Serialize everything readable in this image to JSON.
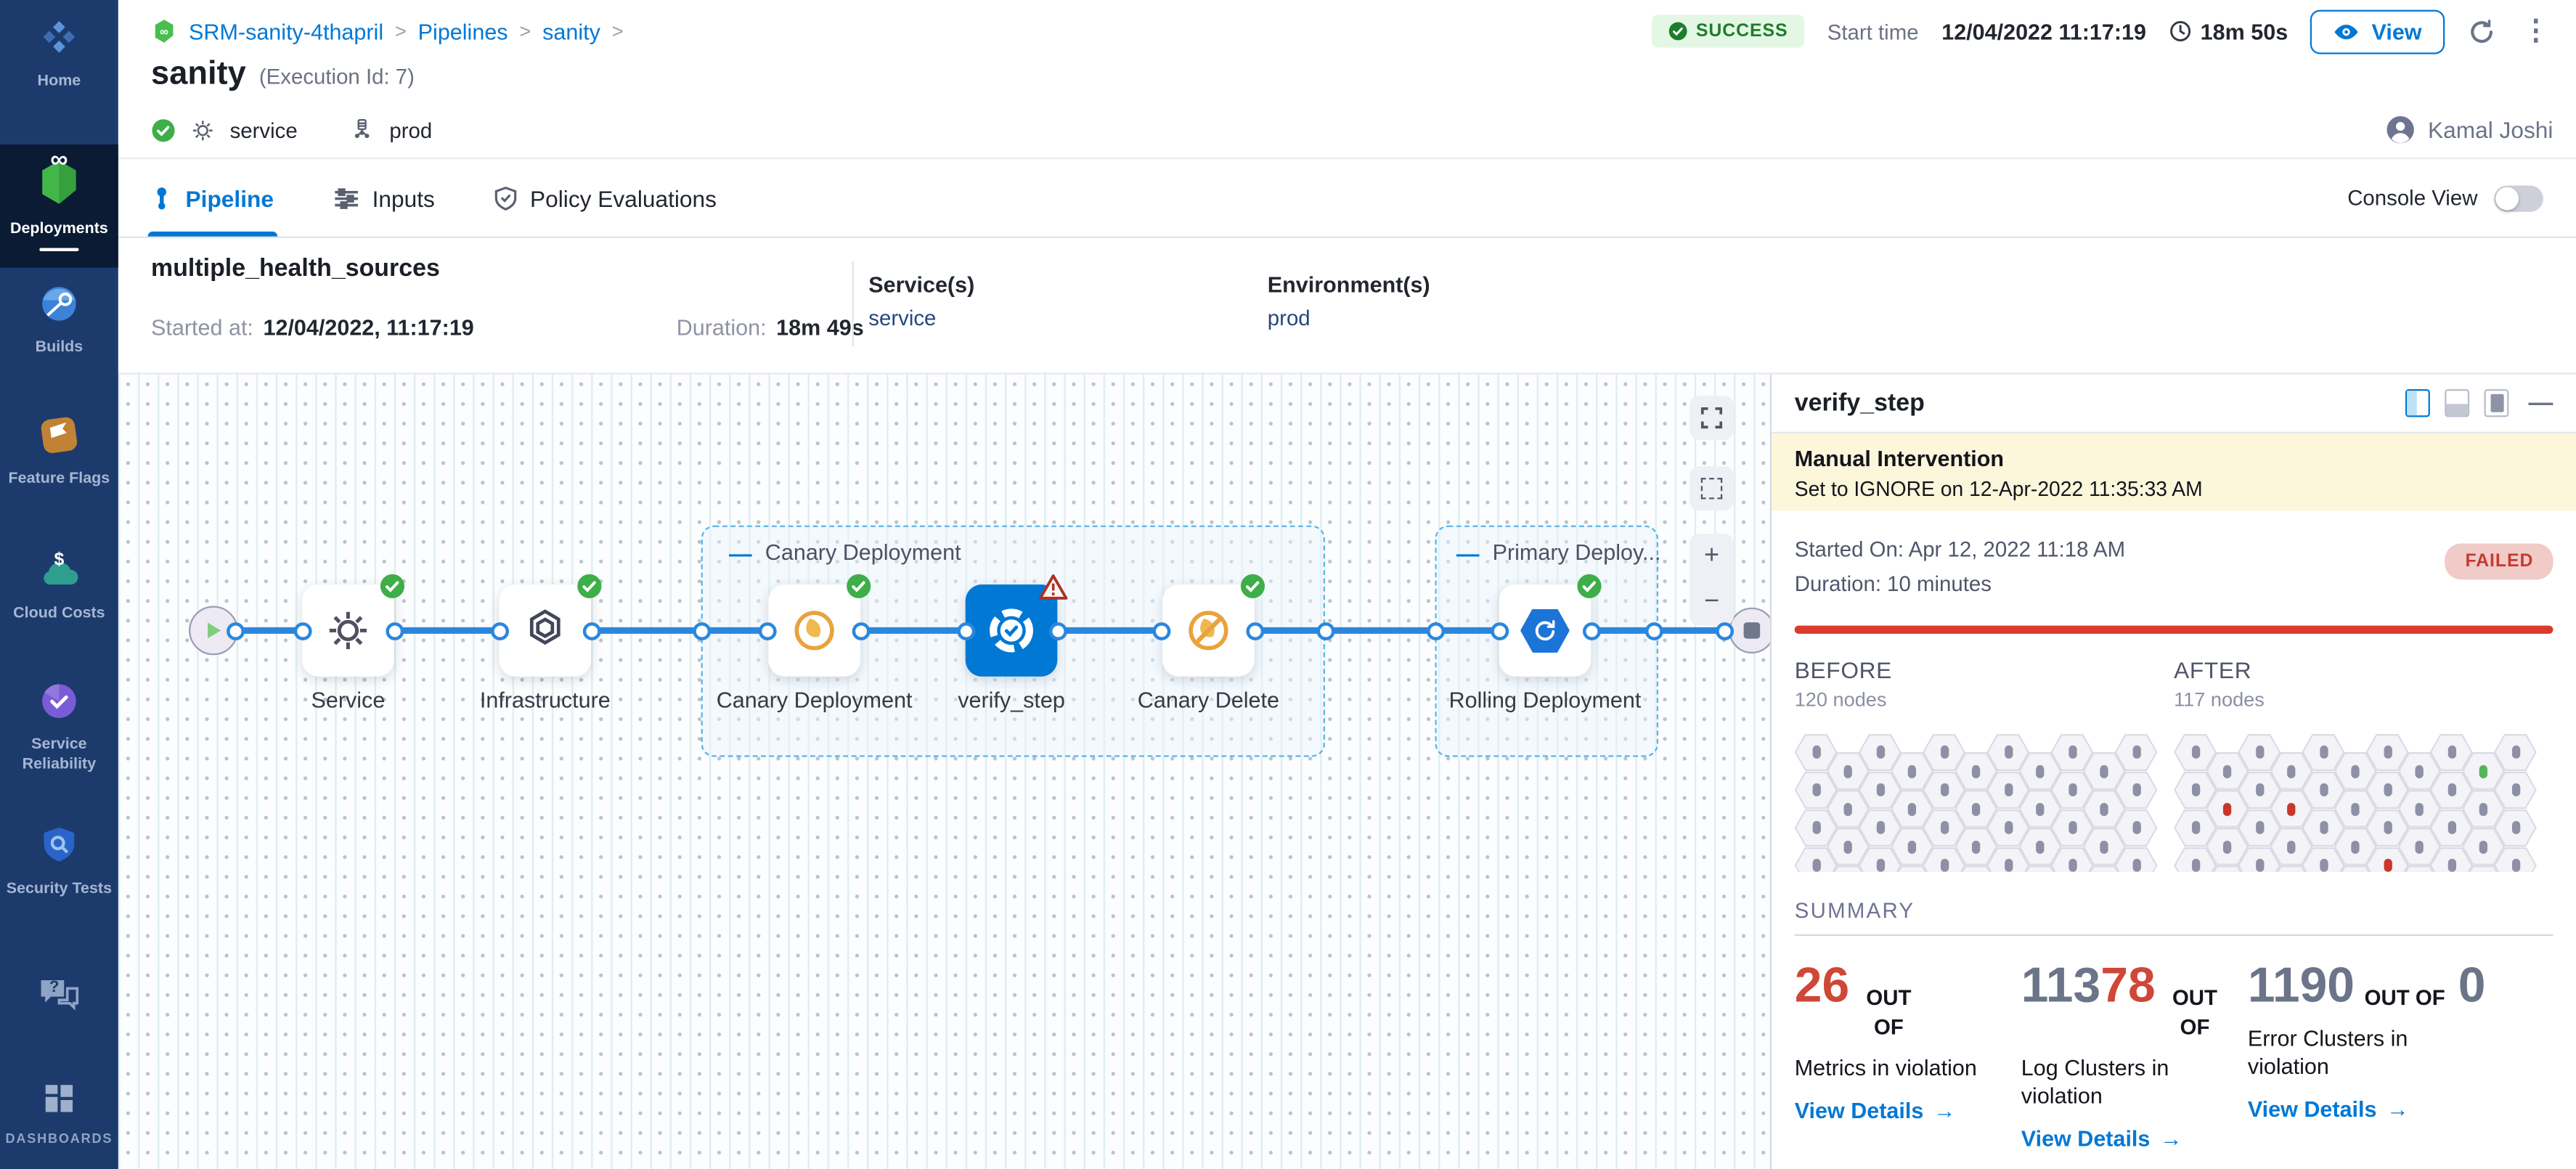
{
  "glyphs": {
    "chevron": ">",
    "kebab": "⋮",
    "infinity": "∞",
    "dollar": "$",
    "question": "?",
    "plus": "+",
    "minus": "−",
    "collapse_minus": "—",
    "panel_minus": "—",
    "arrow_right": "→"
  },
  "colors": {
    "accent_blue": "#0278d5",
    "success_green": "#1e7d2c",
    "failed_red": "#c63a30",
    "hex_dot": "#8e90a6",
    "hex_dot_red": "#c9372b",
    "hex_dot_green": "#55b558"
  },
  "sidebar": {
    "items": [
      {
        "label": "Home",
        "icon": "home-icon"
      },
      {
        "label": "Deployments",
        "icon": "deployments-icon",
        "active": true
      },
      {
        "label": "Builds",
        "icon": "builds-icon"
      },
      {
        "label": "Feature Flags",
        "icon": "feature-flags-icon"
      },
      {
        "label": "Cloud Costs",
        "icon": "cloud-costs-icon"
      },
      {
        "label": "Service",
        "label2": "Reliability",
        "icon": "service-reliability-icon"
      },
      {
        "label": "Security Tests",
        "icon": "security-tests-icon"
      }
    ],
    "dashboards_label": "DASHBOARDS"
  },
  "header": {
    "breadcrumb": {
      "project": "SRM-sanity-4thapril",
      "pipelines": "Pipelines",
      "pipeline": "sanity"
    },
    "status_badge": "SUCCESS",
    "start_time_label": "Start time",
    "start_time": "12/04/2022 11:17:19",
    "total_duration": "18m 50s",
    "view_button": "View",
    "title": "sanity",
    "execution_id": "(Execution Id: 7)",
    "service_tag": "service",
    "environment_tag": "prod",
    "user_name": "Kamal Joshi"
  },
  "tabs": {
    "pipeline": "Pipeline",
    "inputs": "Inputs",
    "policy": "Policy Evaluations",
    "console_view_label": "Console View"
  },
  "run_info": {
    "name": "multiple_health_sources",
    "started_label": "Started at:",
    "started_value": "12/04/2022, 11:17:19",
    "duration_label": "Duration:",
    "duration_value": "18m 49s",
    "services_label": "Service(s)",
    "service_link": "service",
    "environments_label": "Environment(s)",
    "environment_link": "prod"
  },
  "canvas": {
    "service_label": "Service",
    "infrastructure_label": "Infrastructure",
    "canary_group_label": "Canary Deployment",
    "canary_deployment_label": "Canary Deployment",
    "verify_step_label": "verify_step",
    "canary_delete_label": "Canary Delete",
    "primary_group_label": "Primary Deploy...",
    "rolling_deployment_label": "Rolling Deployment",
    "connector_dots_x": [
      71,
      112,
      168,
      232,
      288,
      355,
      395,
      452,
      516,
      572,
      635,
      692,
      735,
      802,
      841,
      897,
      935,
      978
    ]
  },
  "panel": {
    "title": "verify_step",
    "banner": {
      "title": "Manual Intervention",
      "text": "Set to IGNORE on 12-Apr-2022 11:35:33 AM"
    },
    "started_on": "Started On: Apr 12, 2022 11:18 AM",
    "duration": "Duration: 10 minutes",
    "status": "FAILED",
    "node_grids": {
      "before": {
        "label": "BEFORE",
        "count": "120 nodes",
        "cols": 11,
        "rows": 4,
        "overrides": []
      },
      "after": {
        "label": "AFTER",
        "count": "117 nodes",
        "cols": 11,
        "rows": 4,
        "overrides": [
          {
            "col": 9,
            "row": 0,
            "color": "green"
          },
          {
            "col": 1,
            "row": 1,
            "color": "red"
          },
          {
            "col": 3,
            "row": 1,
            "color": "red"
          },
          {
            "col": 6,
            "row": 3,
            "color": "red"
          }
        ]
      }
    },
    "summary_label": "SUMMARY",
    "summary_cards": [
      {
        "value_primary": "26",
        "value_secondary": "",
        "out_of": "OUT OF",
        "total": "",
        "description": "Metrics in violation",
        "link": "View Details"
      },
      {
        "value_primary": "113",
        "value_secondary": "78",
        "out_of": "OUT OF",
        "total": "",
        "description": "Log Clusters in violation",
        "link": "View Details"
      },
      {
        "value_primary": "1190",
        "value_secondary": "",
        "out_of": "OUT OF",
        "total": "0",
        "description": "Error Clusters in violation",
        "link": "View Details"
      }
    ]
  }
}
